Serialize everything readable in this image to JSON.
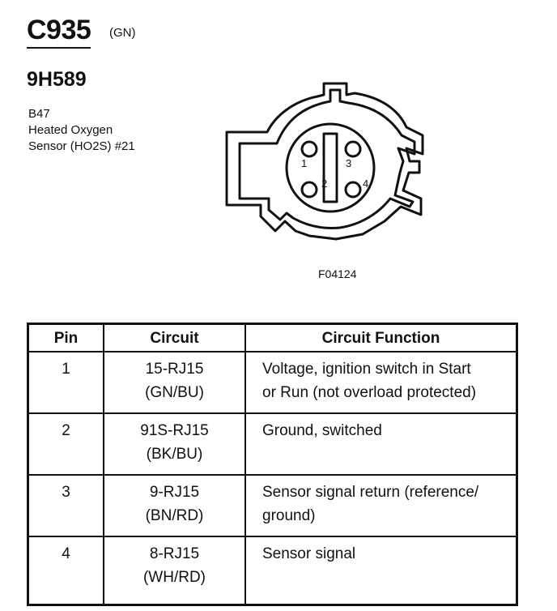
{
  "header": {
    "connector_id": "C935",
    "color_code": "(GN)",
    "part_number": "9H589",
    "description": [
      "B47",
      "Heated Oxygen",
      "Sensor (HO2S) #21"
    ]
  },
  "diagram": {
    "pin_labels": [
      "1",
      "2",
      "3",
      "4"
    ],
    "figure_ref": "F04124"
  },
  "table": {
    "headers": [
      "Pin",
      "Circuit",
      "Circuit Function"
    ],
    "rows": [
      {
        "pin": "1",
        "circuit": [
          "15-RJ15",
          "(GN/BU)"
        ],
        "function": [
          "Voltage, ignition switch in Start",
          "or Run (not overload protected)"
        ]
      },
      {
        "pin": "2",
        "circuit": [
          "91S-RJ15",
          "(BK/BU)"
        ],
        "function": [
          "Ground, switched",
          ""
        ]
      },
      {
        "pin": "3",
        "circuit": [
          "9-RJ15",
          "(BN/RD)"
        ],
        "function": [
          "Sensor signal return (reference/",
          "ground)"
        ]
      },
      {
        "pin": "4",
        "circuit": [
          "8-RJ15",
          "(WH/RD)"
        ],
        "function": [
          "Sensor signal",
          ""
        ]
      }
    ]
  }
}
